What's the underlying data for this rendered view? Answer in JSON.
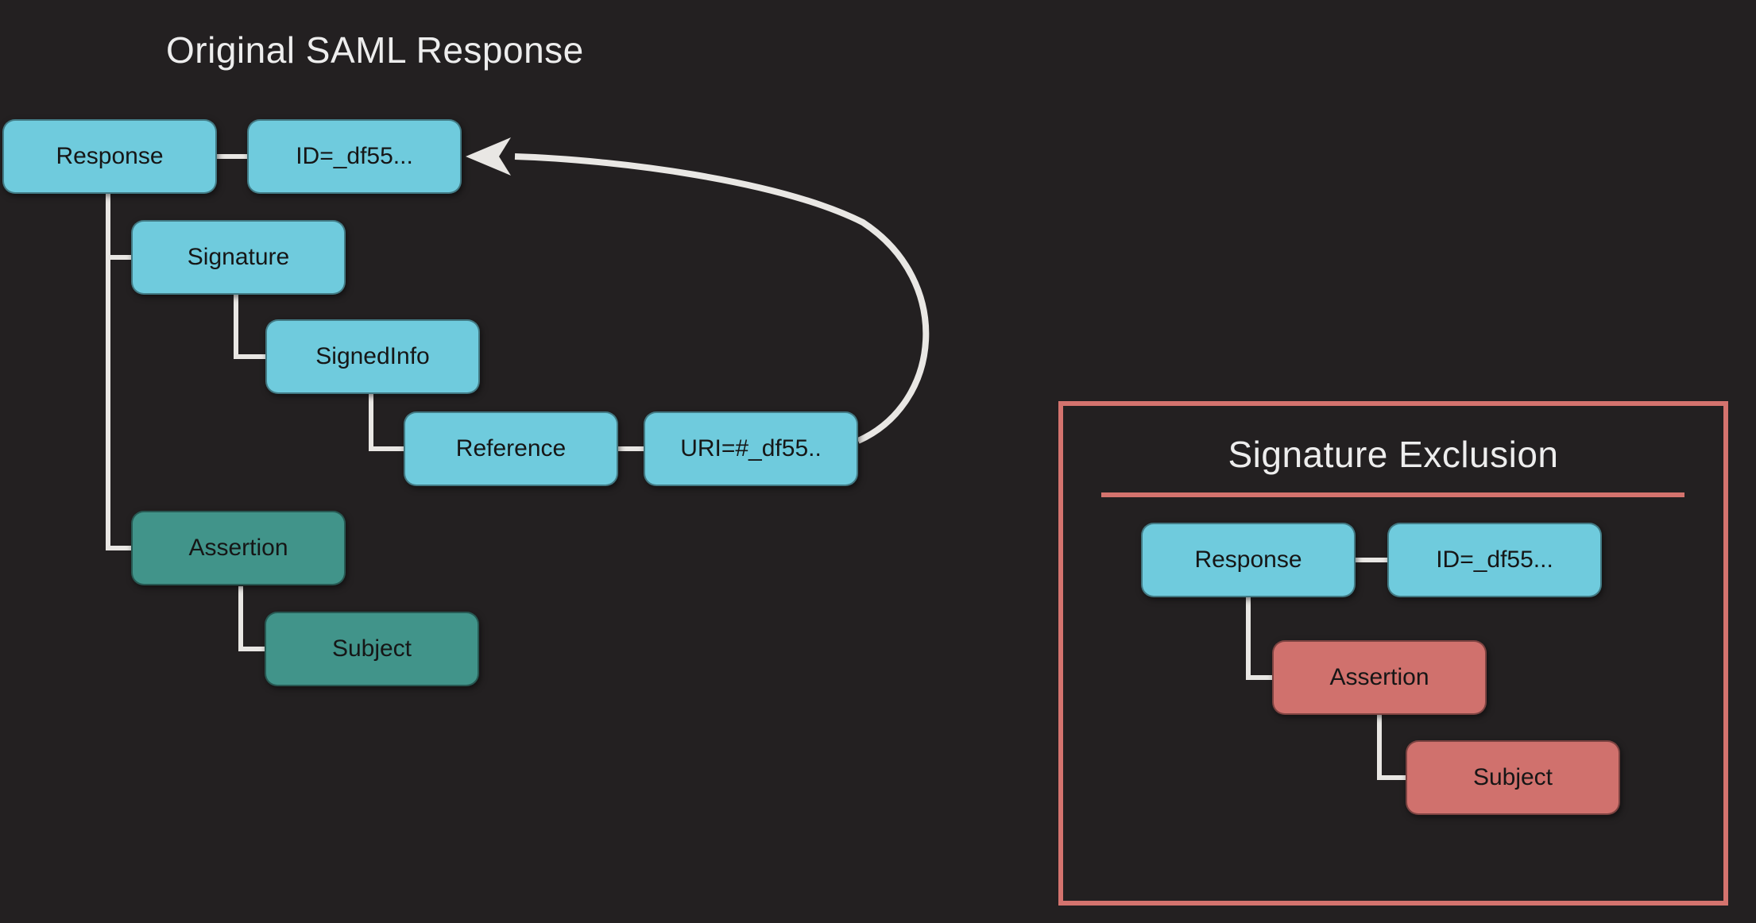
{
  "colors": {
    "background": "#232021",
    "cyan_node": "#6fcbdd",
    "teal_node": "#41948a",
    "salmon_node": "#d0716d",
    "panel_border": "#d4736e",
    "wire": "#e9e7e4",
    "node_text": "#161616",
    "title_text": "#ededed"
  },
  "left_diagram": {
    "title": "Original SAML Response",
    "nodes": {
      "response": {
        "label": "Response"
      },
      "id": {
        "label": "ID=_df55..."
      },
      "signature": {
        "label": "Signature"
      },
      "signedinfo": {
        "label": "SignedInfo"
      },
      "reference": {
        "label": "Reference"
      },
      "uri": {
        "label": "URI=#_df55.."
      },
      "assertion": {
        "label": "Assertion"
      },
      "subject": {
        "label": "Subject"
      }
    }
  },
  "right_panel": {
    "title": "Signature Exclusion",
    "nodes": {
      "response": {
        "label": "Response"
      },
      "id": {
        "label": "ID=_df55..."
      },
      "assertion": {
        "label": "Assertion"
      },
      "subject": {
        "label": "Subject"
      }
    }
  }
}
